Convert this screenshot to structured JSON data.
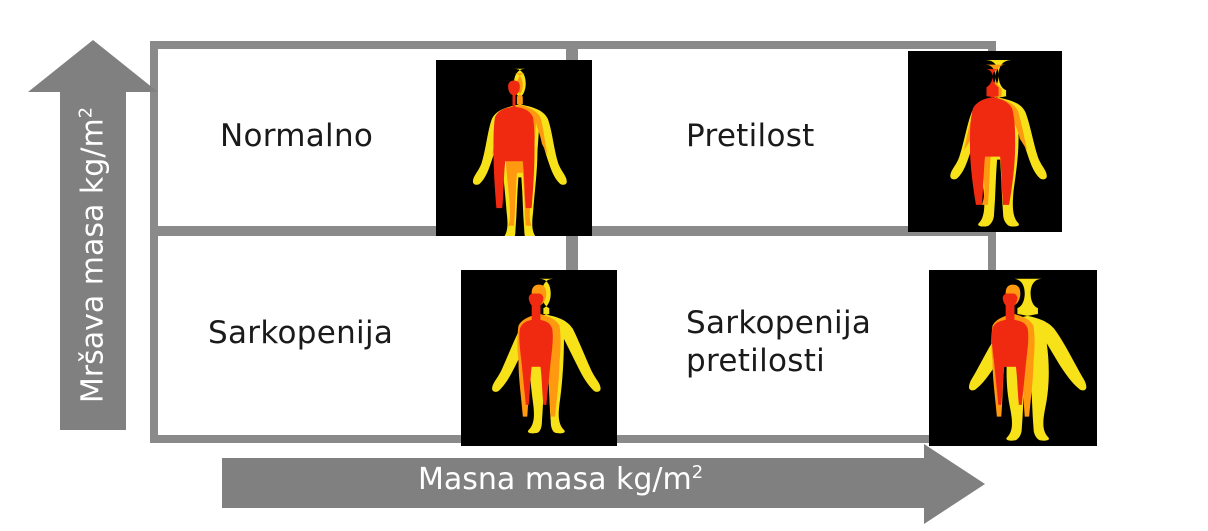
{
  "y_axis": {
    "text": "Mršava masa kg/m",
    "sup": "2"
  },
  "x_axis": {
    "text": "Masna masa kg/m",
    "sup": "2"
  },
  "quadrants": {
    "top_left": {
      "lines": [
        "Normalno"
      ]
    },
    "top_right": {
      "lines": [
        "Pretilost"
      ]
    },
    "bottom_left": {
      "lines": [
        "Sarkopenija"
      ]
    },
    "bottom_right": {
      "lines": [
        "Sarkopenija",
        "pretilosti"
      ]
    }
  },
  "colors": {
    "frame": "#8a8a8a",
    "arrow": "#808080",
    "body_outer": "#f7e21a",
    "body_mid": "#ff9a10",
    "body_inner": "#f02a10",
    "thumb_bg": "#000000"
  },
  "icons": {
    "top_left": "body-composition-icon",
    "top_right": "body-composition-icon",
    "bottom_left": "body-composition-icon",
    "bottom_right": "body-composition-icon"
  }
}
